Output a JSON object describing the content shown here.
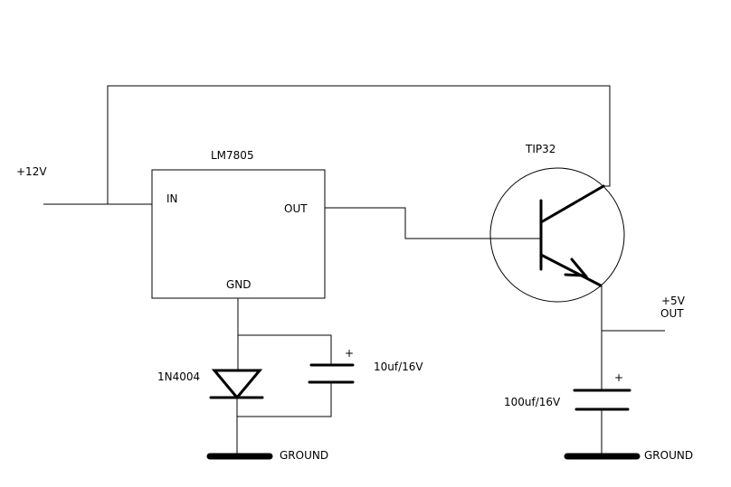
{
  "labels": {
    "input_voltage": "+12V",
    "regulator": "LM7805",
    "regulator_in": "IN",
    "regulator_out": "OUT",
    "regulator_gnd": "GND",
    "transistor": "TIP32",
    "output_voltage_line1": "+5V",
    "output_voltage_line2": "OUT",
    "diode": "1N4004",
    "cap1_value": "10uf/16V",
    "cap1_polarity": "+",
    "cap2_value": "100uf/16V",
    "cap2_polarity": "+",
    "ground_left": "GROUND",
    "ground_right": "GROUND"
  },
  "colors": {
    "line": "#000000",
    "background": "#ffffff"
  }
}
